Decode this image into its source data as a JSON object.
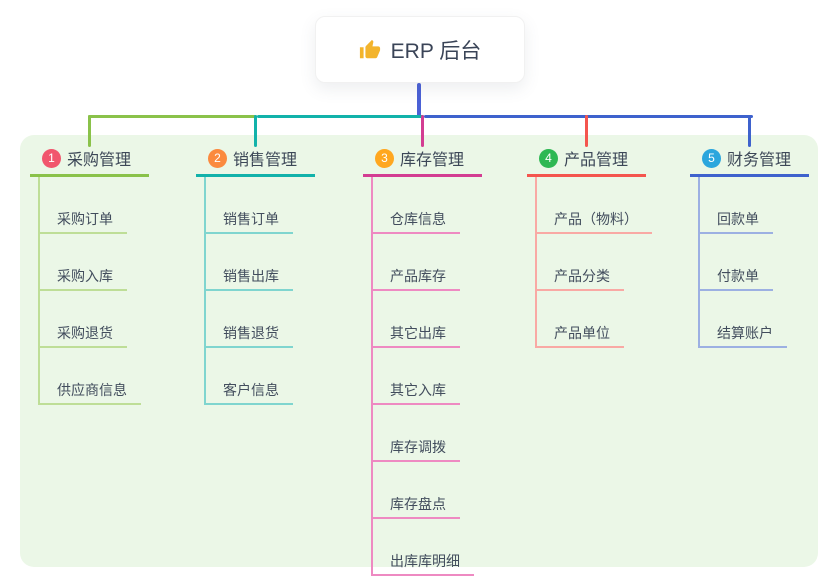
{
  "root": {
    "icon": "thumbs-up",
    "icon_color": "#f3b42c",
    "title": "ERP 后台",
    "connector_color": "#4b61d6"
  },
  "board_background": "#ebf7e7",
  "branches": [
    {
      "badge": "1",
      "badge_color": "#f1566d",
      "title": "采购管理",
      "line_color": "#8ac24a",
      "child_line_color": "#bede97",
      "children": [
        "采购订单",
        "采购入库",
        "采购退货",
        "供应商信息"
      ]
    },
    {
      "badge": "2",
      "badge_color": "#fb8a3e",
      "title": "销售管理",
      "line_color": "#12b2aa",
      "child_line_color": "#7fd5cf",
      "children": [
        "销售订单",
        "销售出库",
        "销售退货",
        "客户信息"
      ]
    },
    {
      "badge": "3",
      "badge_color": "#ffa71f",
      "title": "库存管理",
      "line_color": "#d33d92",
      "child_line_color": "#ee8ac2",
      "children": [
        "仓库信息",
        "产品库存",
        "其它出库",
        "其它入库",
        "库存调拨",
        "库存盘点",
        "出库库明细"
      ]
    },
    {
      "badge": "4",
      "badge_color": "#2eb853",
      "title": "产品管理",
      "line_color": "#f4554e",
      "child_line_color": "#f9a9a4",
      "children": [
        "产品（物料）",
        "产品分类",
        "产品单位"
      ]
    },
    {
      "badge": "5",
      "badge_color": "#2ba6dd",
      "title": "财务管理",
      "line_color": "#3e62cd",
      "child_line_color": "#9cb0e2",
      "children": [
        "回款单",
        "付款单",
        "结算账户"
      ]
    }
  ]
}
